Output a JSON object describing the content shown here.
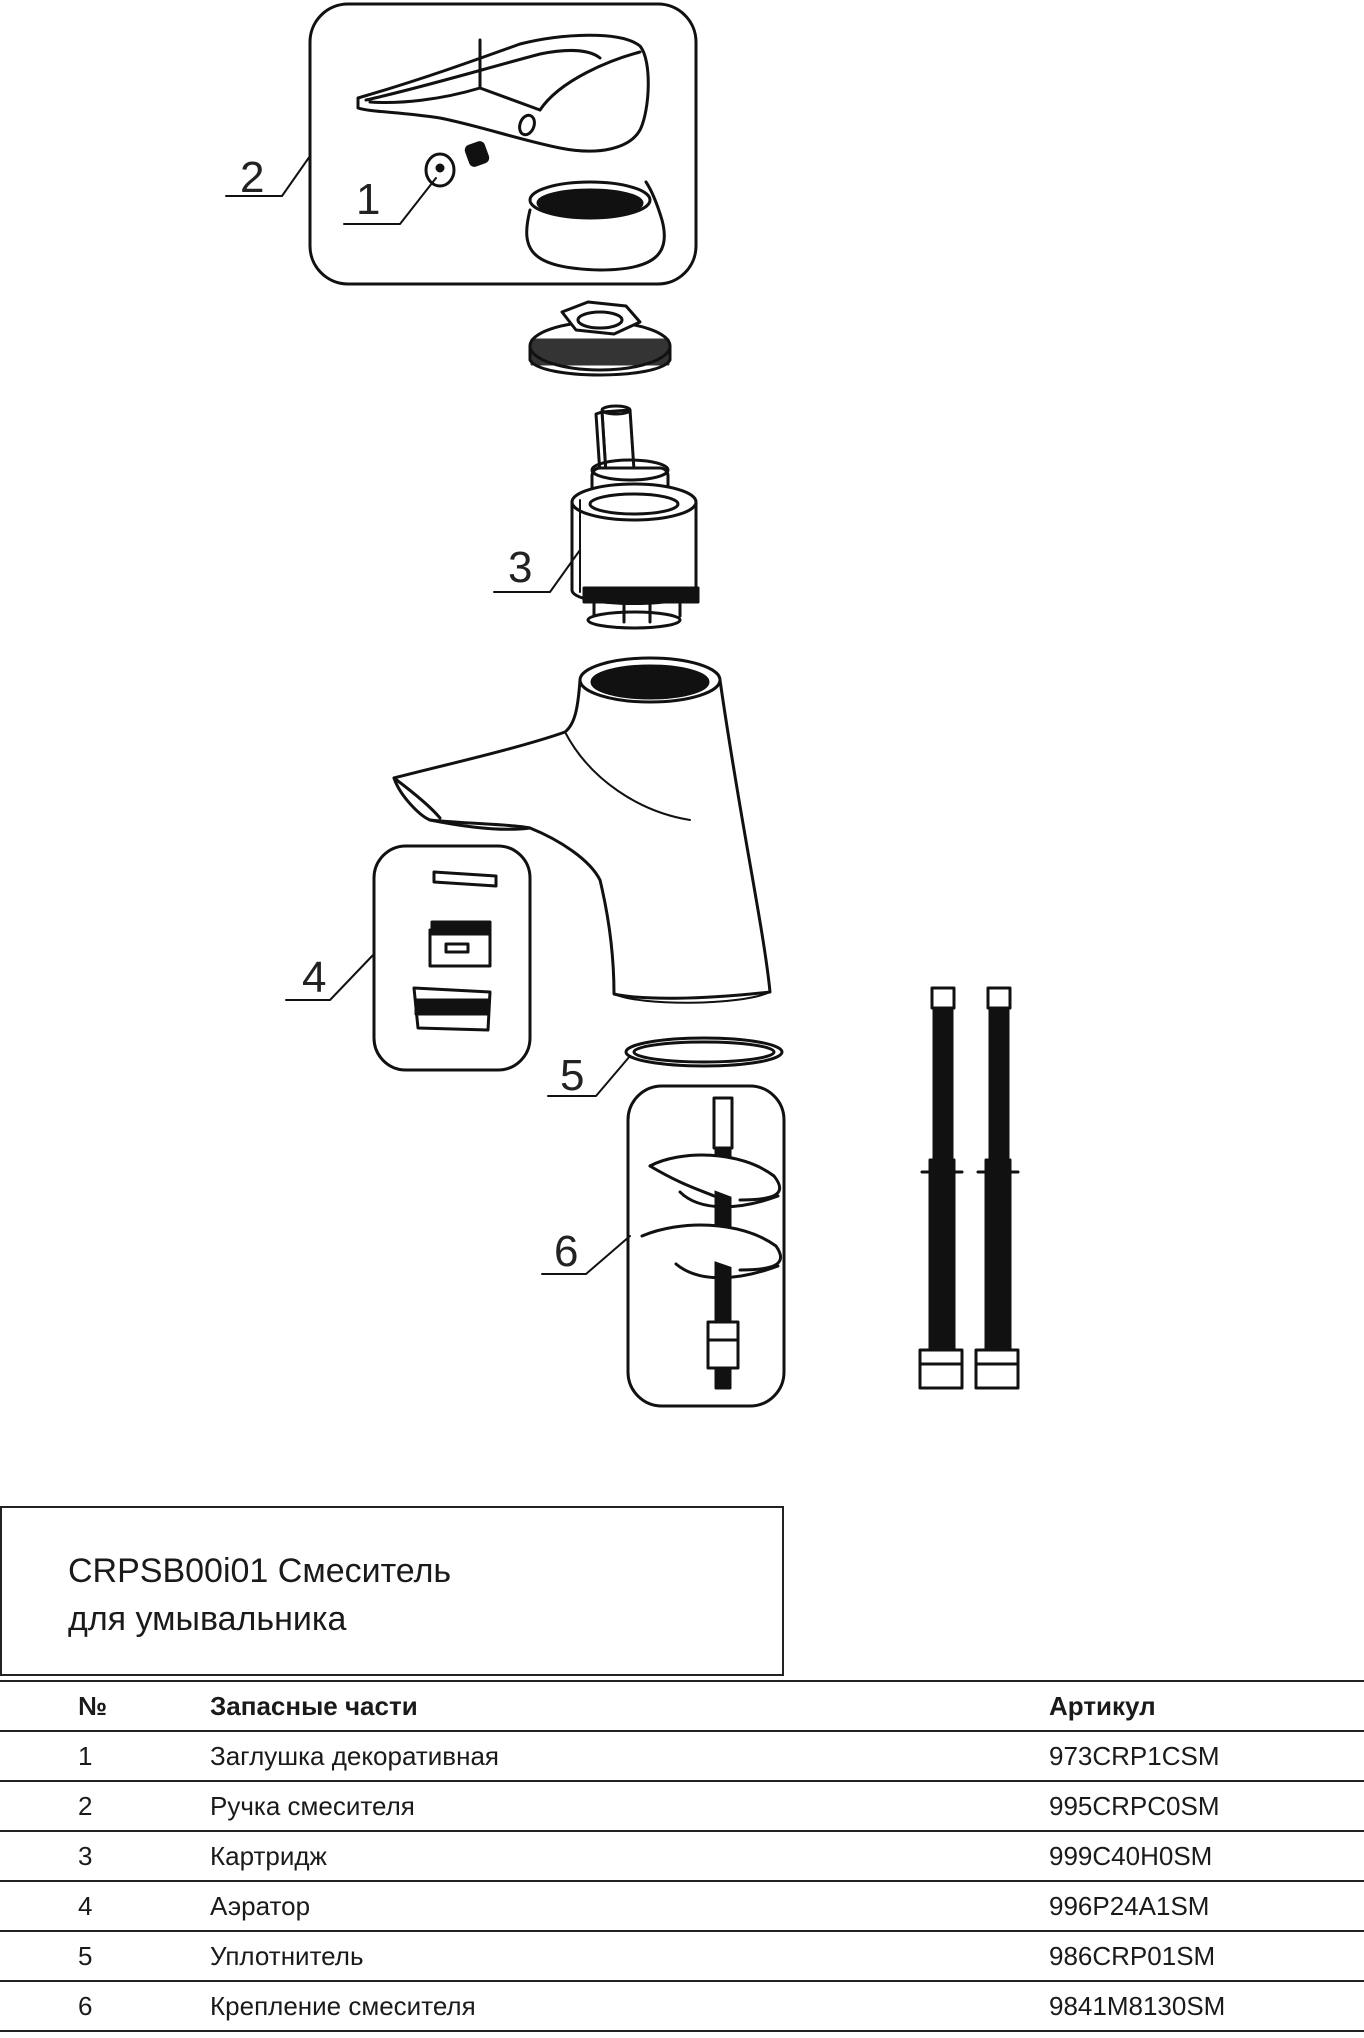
{
  "diagram": {
    "callouts": [
      {
        "id": "1",
        "label": "1"
      },
      {
        "id": "2",
        "label": "2"
      },
      {
        "id": "3",
        "label": "3"
      },
      {
        "id": "4",
        "label": "4"
      },
      {
        "id": "5",
        "label": "5"
      },
      {
        "id": "6",
        "label": "6"
      }
    ]
  },
  "title": {
    "line1": "CRPSB00i01 Смеситель",
    "line2": "для умывальника"
  },
  "table": {
    "headers": {
      "num": "№",
      "name": "Запасные части",
      "article": "Артикул"
    },
    "rows": [
      {
        "num": "1",
        "name": "Заглушка декоративная",
        "article": "973CRP1CSM"
      },
      {
        "num": "2",
        "name": "Ручка смесителя",
        "article": "995CRPC0SM"
      },
      {
        "num": "3",
        "name": "Картридж",
        "article": "999C40H0SM"
      },
      {
        "num": "4",
        "name": "Аэратор",
        "article": "996P24A1SM"
      },
      {
        "num": "5",
        "name": "Уплотнитель",
        "article": "986CRP01SM"
      },
      {
        "num": "6",
        "name": "Крепление смесителя",
        "article": "9841M8130SM"
      }
    ]
  }
}
